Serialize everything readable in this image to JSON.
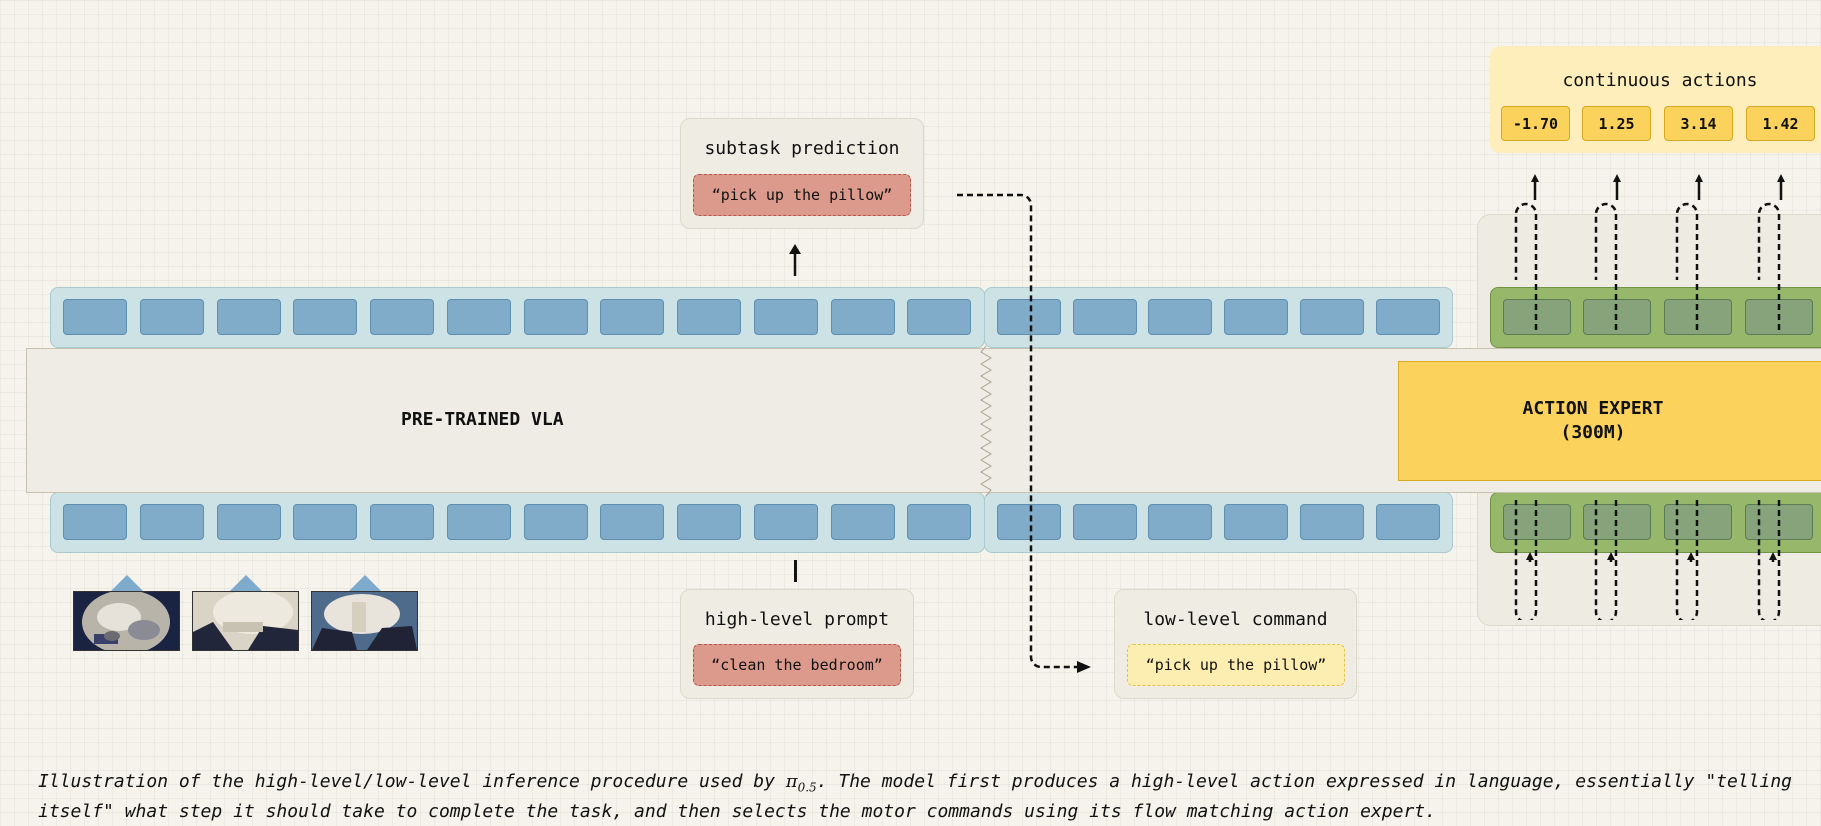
{
  "vla": {
    "label": "PRE-TRAINED VLA"
  },
  "action_expert": {
    "line1": "ACTION EXPERT",
    "line2": "(300M)"
  },
  "subtask": {
    "title": "subtask prediction",
    "text": "“pick up the pillow”"
  },
  "high_prompt": {
    "title": "high-level prompt",
    "text": "“clean the bedroom”"
  },
  "low_command": {
    "title": "low-level command",
    "text": "“pick up the pillow”"
  },
  "actions": {
    "title": "continuous actions",
    "values": [
      "-1.70",
      "1.25",
      "3.14",
      "1.42"
    ]
  },
  "caption": {
    "before": "Illustration of the high-level/low-level inference procedure used by ",
    "symbol": "π",
    "subscript": "0.5",
    "after": ". The model first produces a high-level action expressed in language, essentially \"telling itself\" what step it should take to complete the task, and then selects the motor commands using its flow matching action expert."
  },
  "colors": {
    "token": "#80acc9",
    "token_band": "#cde2e5",
    "action_token": "#86a37c",
    "action_band": "#97b86a",
    "action_expert": "#fbd25c",
    "red_pill": "#dc9a8d",
    "yellow_pill": "#fcedb0"
  }
}
